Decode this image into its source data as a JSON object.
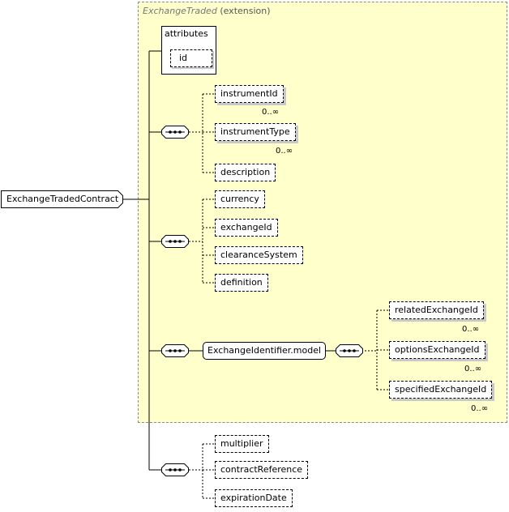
{
  "extension": {
    "base_type": "ExchangeTraded",
    "label": "(extension)"
  },
  "root": {
    "name": "ExchangeTradedContract"
  },
  "attributes": {
    "title": "attributes",
    "items": [
      "id"
    ]
  },
  "group1": {
    "elements": [
      {
        "name": "instrumentId",
        "cardinality": "0..∞"
      },
      {
        "name": "instrumentType",
        "cardinality": "0..∞"
      },
      {
        "name": "description",
        "cardinality": ""
      }
    ]
  },
  "group2": {
    "elements": [
      {
        "name": "currency"
      },
      {
        "name": "exchangeId"
      },
      {
        "name": "clearanceSystem"
      },
      {
        "name": "definition"
      }
    ]
  },
  "group3": {
    "model": "ExchangeIdentifier.model",
    "elements": [
      {
        "name": "relatedExchangeId",
        "cardinality": "0..∞"
      },
      {
        "name": "optionsExchangeId",
        "cardinality": "0..∞"
      },
      {
        "name": "specifiedExchangeId",
        "cardinality": "0..∞"
      }
    ]
  },
  "group4": {
    "elements": [
      {
        "name": "multiplier"
      },
      {
        "name": "contractReference"
      },
      {
        "name": "expirationDate"
      }
    ]
  },
  "colors": {
    "extension_fill": "#ffffcc",
    "shadow": "#c9c9c9"
  },
  "icons": {
    "sequence": "sequence-compositor-icon"
  }
}
